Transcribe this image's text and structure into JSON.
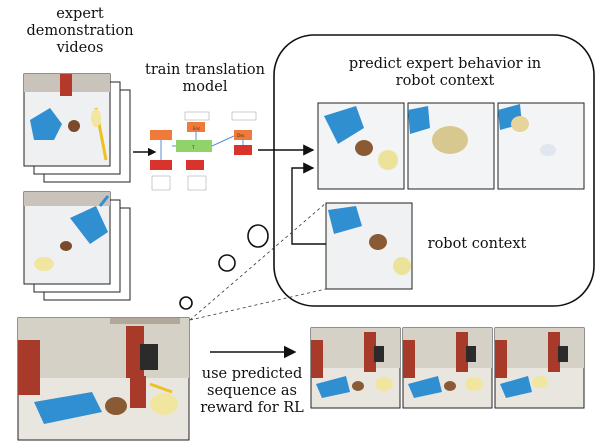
{
  "labels": {
    "videos": [
      "expert",
      "demonstration",
      "videos"
    ],
    "train": [
      "train translation",
      "model"
    ],
    "predict": [
      "predict expert behavior in",
      "robot context"
    ],
    "robot_context": "robot context",
    "reward": [
      "use predicted",
      "sequence as",
      "reward for RL"
    ]
  },
  "model_blocks": {
    "enc": "Enc",
    "dec": "Dec",
    "T": "T"
  },
  "colors": {
    "dustpan_blue": "#2f8fd0",
    "table_white": "#eef0f2",
    "robot_red": "#a83a2a",
    "block_orange": "#f07a3a",
    "block_red": "#d9342b",
    "block_green": "#8fd36a",
    "block_blue": "#5b8fd6"
  }
}
